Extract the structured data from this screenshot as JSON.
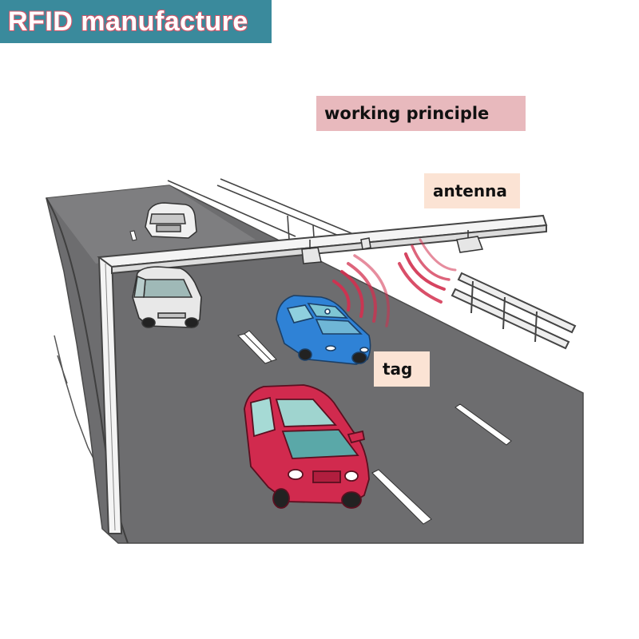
{
  "banner": {
    "text": "RFID manufacture"
  },
  "labels": {
    "working_principle": "working principle",
    "antenna": "antenna",
    "tag": "tag"
  },
  "colors": {
    "banner_bg": "#3a8a9c",
    "road": "#6d6d6f",
    "red_car": "#d12a4e",
    "blue_car": "#2f82d6",
    "signal_waves": "#d2304f"
  }
}
